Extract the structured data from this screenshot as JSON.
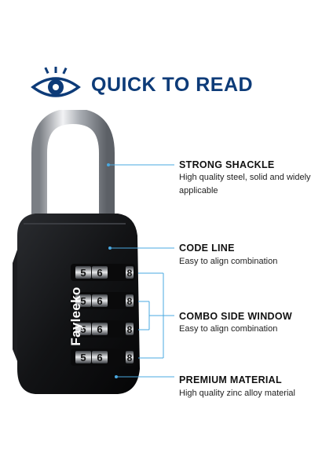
{
  "header": {
    "title": "QUICK TO READ",
    "icon": "eye-icon",
    "accent": "#0d3b78",
    "line_color": "#4aa8e0"
  },
  "product": {
    "brand": "Fayleeko",
    "dials": [
      "5",
      "6",
      "8"
    ]
  },
  "features": [
    {
      "title": "STRONG SHACKLE",
      "desc_line1": "High quality steel, solid and widely",
      "desc_line2": "applicable"
    },
    {
      "title": "CODE LINE",
      "desc_line1": "Easy to align combination"
    },
    {
      "title": "COMBO SIDE WINDOW",
      "desc_line1": "Easy to align combination"
    },
    {
      "title": "PREMIUM MATERIAL",
      "desc_line1": "High quality zinc alloy material"
    }
  ]
}
